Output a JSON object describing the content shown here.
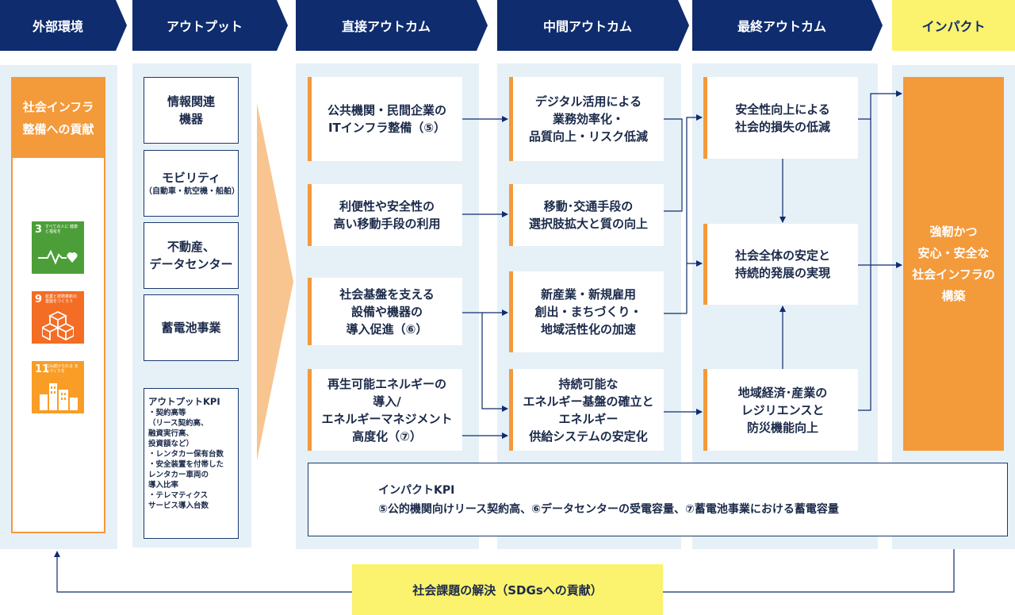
{
  "headers": [
    {
      "label": "外部環境"
    },
    {
      "label": "アウトプット"
    },
    {
      "label": "直接アウトカム"
    },
    {
      "label": "中間アウトカム"
    },
    {
      "label": "最終アウトカム"
    },
    {
      "label": "インパクト"
    }
  ],
  "external": {
    "title": "社会インフラ\n整備への貢献",
    "sdgs": [
      {
        "number": "3",
        "text": "すべての人に 健康と福祉を"
      },
      {
        "number": "9",
        "text": "産業と技術革新の 基盤をつくろう"
      },
      {
        "number": "11",
        "text": "住み続けられる まちづくりを"
      }
    ]
  },
  "outputs": {
    "items": [
      {
        "label": "情報関連\n機器",
        "sub": ""
      },
      {
        "label": "モビリティ",
        "sub": "（自動車・航空機・船舶）"
      },
      {
        "label": "不動産、\nデータセンター",
        "sub": ""
      },
      {
        "label": "蓄電池事業",
        "sub": ""
      }
    ],
    "kpi_title": "アウトプットKPI",
    "kpi_items": [
      "・契約高等\n（リース契約高、\n融資実行高、\n投資額など）",
      "・レンタカー保有台数",
      "・安全装置を付帯した\nレンタカー車両の\n導入比率",
      "・テレマティクス\nサービス導入台数"
    ]
  },
  "direct": [
    "公共機関・民間企業の\nITインフラ整備（⑤）",
    "利便性や安全性の\n高い移動手段の利用",
    "社会基盤を支える\n設備や機器の\n導入促進（⑥）",
    "再生可能エネルギーの\n導入/\nエネルギーマネジメント\n高度化（⑦）"
  ],
  "intermediate": [
    "デジタル活用による\n業務効率化・\n品質向上・リスク低減",
    "移動･交通手段の\n選択肢拡大と質の向上",
    "新産業・新規雇用\n創出・まちづくり・\n地域活性化の加速",
    "持続可能な\nエネルギー基盤の確立と\nエネルギー\n供給システムの安定化"
  ],
  "final": [
    "安全性向上による\n社会的損失の低減",
    "社会全体の安定と\n持続的発展の実現",
    "地域経済･産業の\nレジリエンスと\n防災機能向上"
  ],
  "impact": {
    "text": "強靭かつ\n安心・安全な\n社会インフラの\n構築"
  },
  "impact_kpi": {
    "title": "インパクトKPI",
    "text": "⑤公的機関向けリース契約高、⑥データセンターの受電容量、⑦蓄電池事業における蓄電容量"
  },
  "footer": {
    "label": "社会課題の解決（SDGsへの貢献）"
  },
  "colors": {
    "header_navy": "#0e2c6e",
    "impact_yellow": "#fbf26d",
    "orange": "#f39a3b",
    "column_bg": "#e6f0f7",
    "sdg3": "#4c9f38",
    "sdg9": "#f36d25",
    "sdg11": "#f99d26"
  }
}
